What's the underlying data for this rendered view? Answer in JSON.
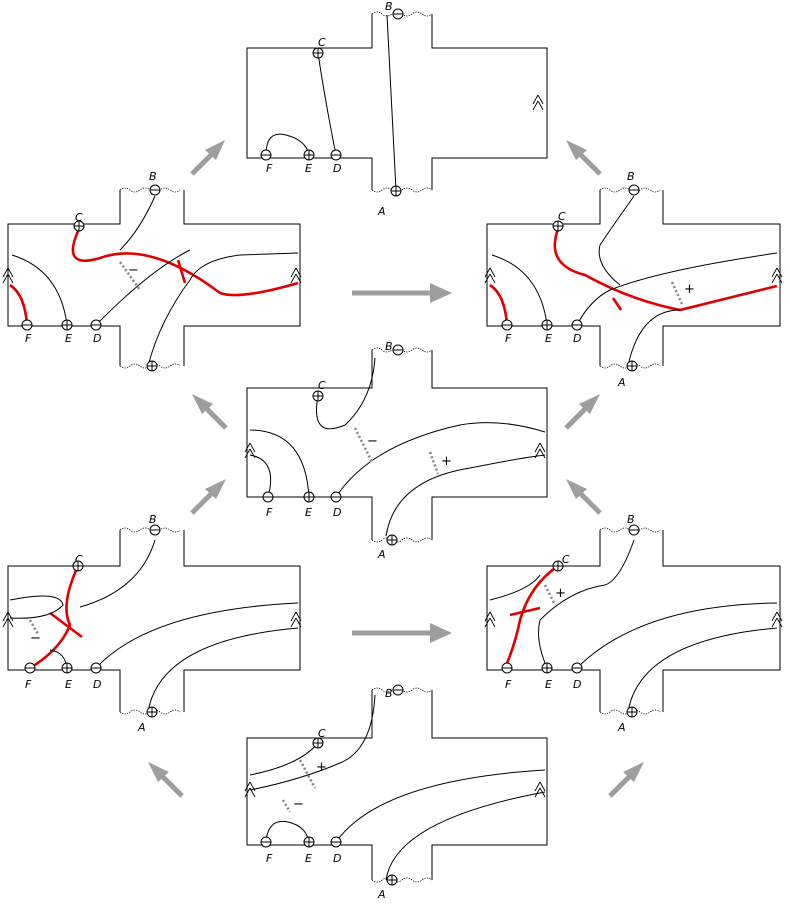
{
  "labels": {
    "A": "A",
    "B": "B",
    "C": "C",
    "D": "D",
    "E": "E",
    "F": "F"
  },
  "signs": {
    "plus": "+",
    "minus": "−"
  },
  "colors": {
    "red_strand": "#e00000",
    "arrow": "#9e9e9e",
    "dotted": "#8c8c8c"
  }
}
